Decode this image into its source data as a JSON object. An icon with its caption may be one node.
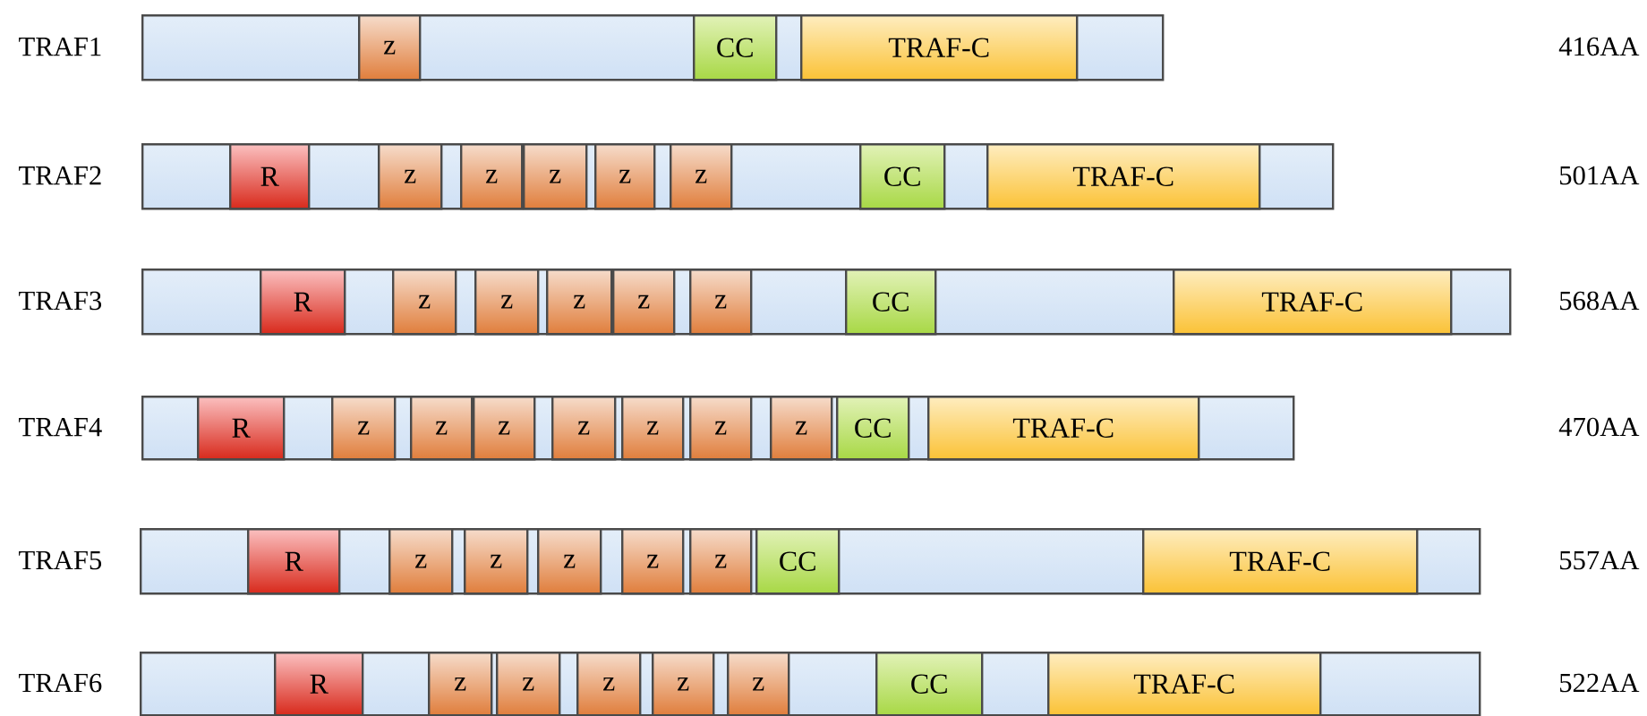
{
  "diagram": {
    "nodes": [
      {
        "text": [],
        "shape": "bar",
        "beside": [
          "TRAF1"
        ]
      },
      {
        "text": [
          "z"
        ],
        "in": 0
      },
      {
        "text": [
          "CC"
        ],
        "in": 0
      },
      {
        "text": [
          "TRAF-C"
        ],
        "in": 0
      },
      {
        "text": [],
        "shape": "bar",
        "beside": [
          "TRAF2"
        ]
      },
      {
        "text": [
          "R"
        ],
        "in": 4
      },
      {
        "text": [
          "z"
        ],
        "in": 4
      },
      {
        "text": [
          "z"
        ],
        "in": 4
      },
      {
        "text": [
          "z"
        ],
        "in": 4
      },
      {
        "text": [
          "z"
        ],
        "in": 4
      },
      {
        "text": [
          "z"
        ],
        "in": 4
      },
      {
        "text": [
          "CC"
        ],
        "in": 4
      },
      {
        "text": [
          "TRAF-C"
        ],
        "in": 4
      },
      {
        "text": [],
        "shape": "bar",
        "beside": [
          "TRAF3"
        ]
      },
      {
        "text": [
          "R"
        ],
        "in": 13
      },
      {
        "text": [
          "z"
        ],
        "in": 13
      },
      {
        "text": [
          "z"
        ],
        "in": 13
      },
      {
        "text": [
          "z"
        ],
        "in": 13
      },
      {
        "text": [
          "z"
        ],
        "in": 13
      },
      {
        "text": [
          "z"
        ],
        "in": 13
      },
      {
        "text": [
          "CC"
        ],
        "in": 13
      },
      {
        "text": [
          "TRAF-C"
        ],
        "in": 13
      },
      {
        "text": [],
        "shape": "bar",
        "beside": [
          "TRAF4"
        ]
      },
      {
        "text": [
          "R"
        ],
        "in": 22
      },
      {
        "text": [
          "z"
        ],
        "in": 22
      },
      {
        "text": [
          "z"
        ],
        "in": 22
      },
      {
        "text": [
          "z"
        ],
        "in": 22
      },
      {
        "text": [
          "z"
        ],
        "in": 22
      },
      {
        "text": [
          "z"
        ],
        "in": 22
      },
      {
        "text": [
          "z"
        ],
        "in": 22
      },
      {
        "text": [
          "z"
        ],
        "in": 22
      },
      {
        "text": [
          "CC"
        ],
        "in": 22
      },
      {
        "text": [
          "TRAF-C"
        ],
        "in": 22
      },
      {
        "text": [],
        "shape": "bar",
        "beside": [
          "TRAF5"
        ]
      },
      {
        "text": [
          "R"
        ],
        "in": 33
      },
      {
        "text": [
          "z"
        ],
        "in": 33
      },
      {
        "text": [
          "z"
        ],
        "in": 33
      },
      {
        "text": [
          "z"
        ],
        "in": 33
      },
      {
        "text": [
          "z"
        ],
        "in": 33
      },
      {
        "text": [
          "z"
        ],
        "in": 33
      },
      {
        "text": [
          "CC"
        ],
        "in": 33
      },
      {
        "text": [
          "TRAF-C"
        ],
        "in": 33
      },
      {
        "text": [],
        "shape": "bar",
        "beside": [
          "TRAF6"
        ]
      },
      {
        "text": [
          "R"
        ],
        "in": 42
      },
      {
        "text": [
          "z"
        ],
        "in": 42
      },
      {
        "text": [
          "z"
        ],
        "in": 42
      },
      {
        "text": [
          "z"
        ],
        "in": 42
      },
      {
        "text": [
          "z"
        ],
        "in": 42
      },
      {
        "text": [
          "z"
        ],
        "in": 42
      },
      {
        "text": [
          "CC"
        ],
        "in": 42
      },
      {
        "text": [
          "TRAF-C"
        ],
        "in": 42
      }
    ],
    "labels": [
      "416AA",
      "501AA",
      "568AA",
      "470AA",
      "557AA",
      "522AA"
    ]
  }
}
